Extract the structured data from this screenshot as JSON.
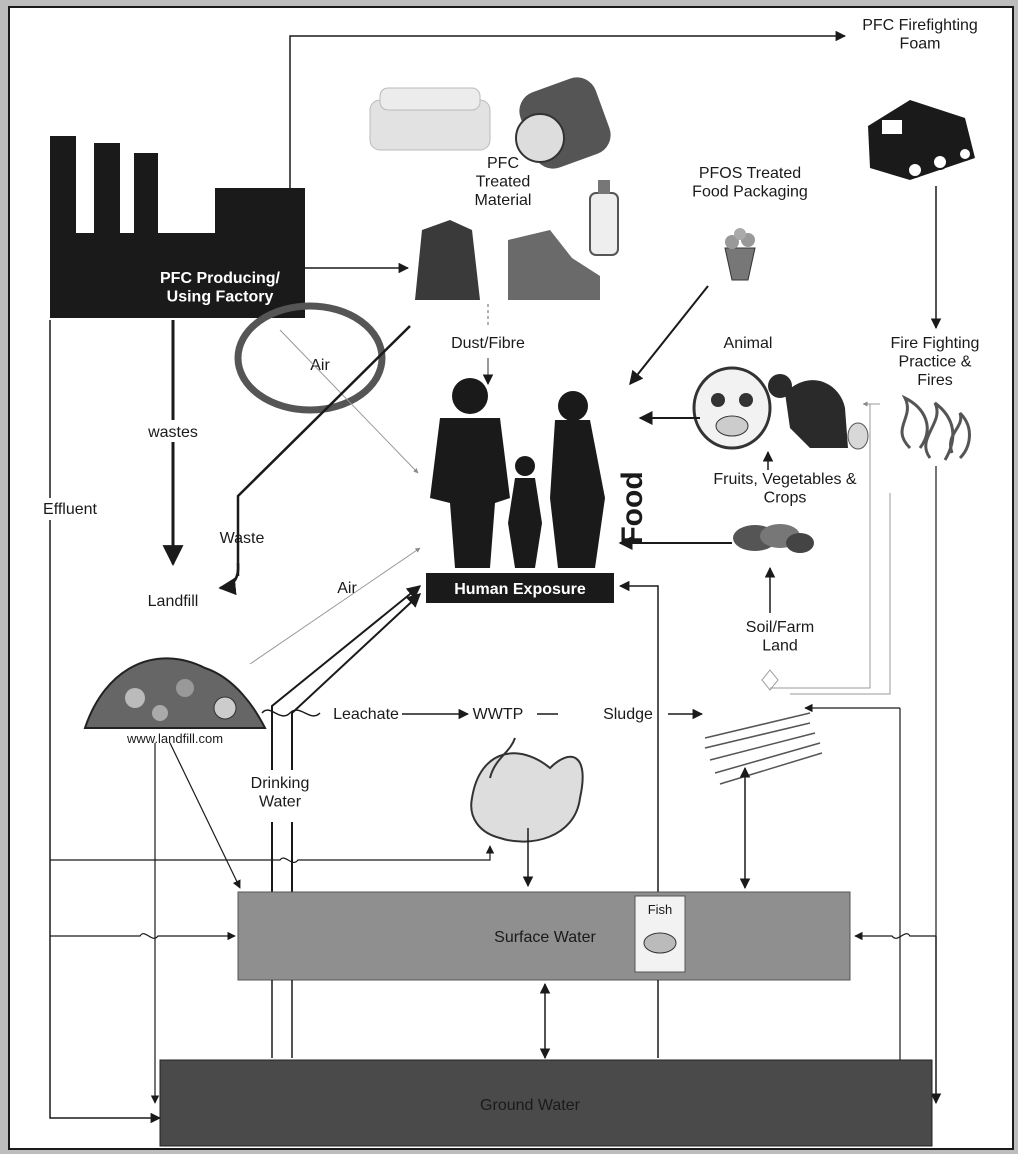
{
  "diagram": {
    "nodes": {
      "factory": "PFC Producing/\nUsing Factory",
      "foam": "PFC Firefighting\nFoam",
      "treated_material": "PFC\nTreated\nMaterial",
      "packaging": "PFOS Treated\nFood Packaging",
      "dust": "Dust/Fibre",
      "animal": "Animal",
      "fire_practice": "Fire Fighting\nPractice &\nFires",
      "fruits": "Fruits, Vegetables &\nCrops",
      "human": "Human Exposure",
      "food": "Food",
      "soil": "Soil/Farm\nLand",
      "landfill": "Landfill",
      "wwtp": "WWTP",
      "surface_water": "Surface Water",
      "fish": "Fish",
      "ground_water": "Ground Water"
    },
    "edge_labels": {
      "air_circle": "Air",
      "wastes": "wastes",
      "effluent": "Effluent",
      "waste": "Waste",
      "air_landfill": "Air",
      "leachate": "Leachate",
      "sludge": "Sludge",
      "drinking_water": "Drinking\nWater"
    },
    "colors": {
      "dark": "#1a1a1a",
      "surface_water": "#8f8f8f",
      "ground_water": "#4a4a4a",
      "circle": "#555555"
    }
  }
}
